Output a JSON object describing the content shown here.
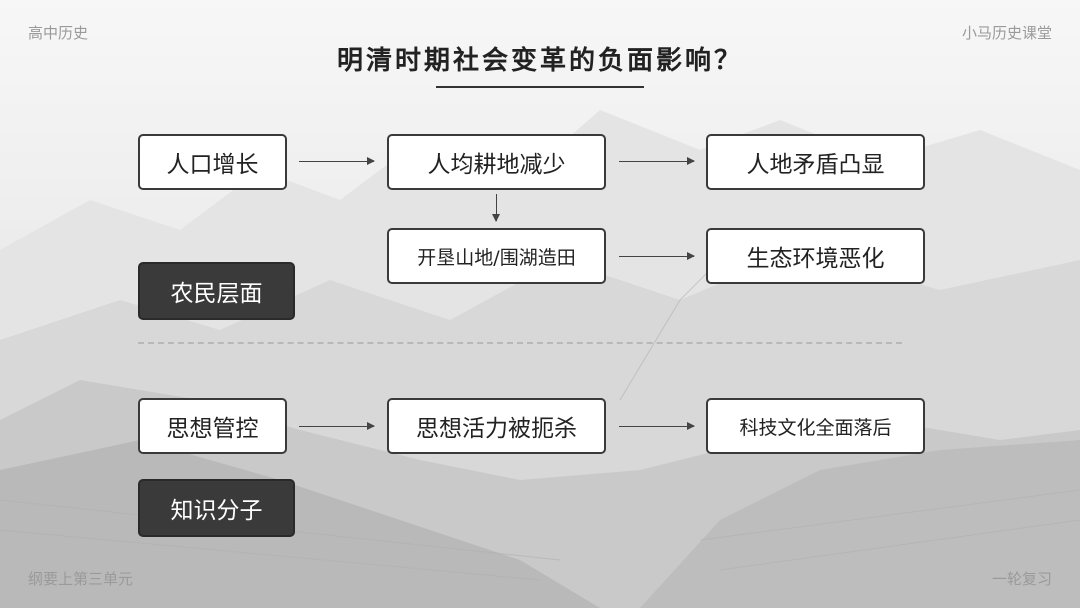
{
  "corners": {
    "top_left": "高中历史",
    "top_right": "小马历史课堂",
    "bottom_left": "纲要上第三单元",
    "bottom_right": "一轮复习"
  },
  "title": "明清时期社会变革的负面影响？",
  "peasant": {
    "label": "农民层面",
    "row1": [
      "人口增长",
      "人均耕地减少",
      "人地矛盾凸显"
    ],
    "row2": [
      "开垦山地/围湖造田",
      "生态环境恶化"
    ]
  },
  "intellectual": {
    "label": "知识分子",
    "row1": [
      "思想管控",
      "思想活力被扼杀",
      "科技文化全面落后"
    ]
  },
  "colors": {
    "box_border": "#3a3a3a",
    "dark_label_bg": "#3a3a3a",
    "title_text": "#222222",
    "corner_text": "#9a9a9a"
  },
  "background": "great-wall-grayscale-photo"
}
